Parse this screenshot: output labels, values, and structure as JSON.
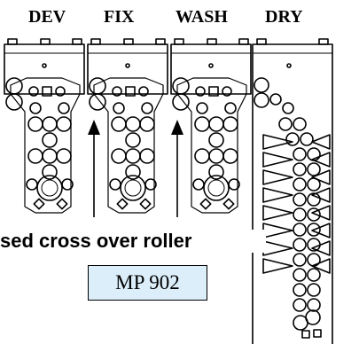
{
  "tanks": [
    {
      "label": "DEV"
    },
    {
      "label": "FIX"
    },
    {
      "label": "WASH"
    },
    {
      "label": "DRY"
    }
  ],
  "caption": "sed cross over roller",
  "model": "MP 902",
  "colors": {
    "line": "#000000",
    "model_box_fill": "#dbeefa",
    "background": "#ffffff"
  }
}
